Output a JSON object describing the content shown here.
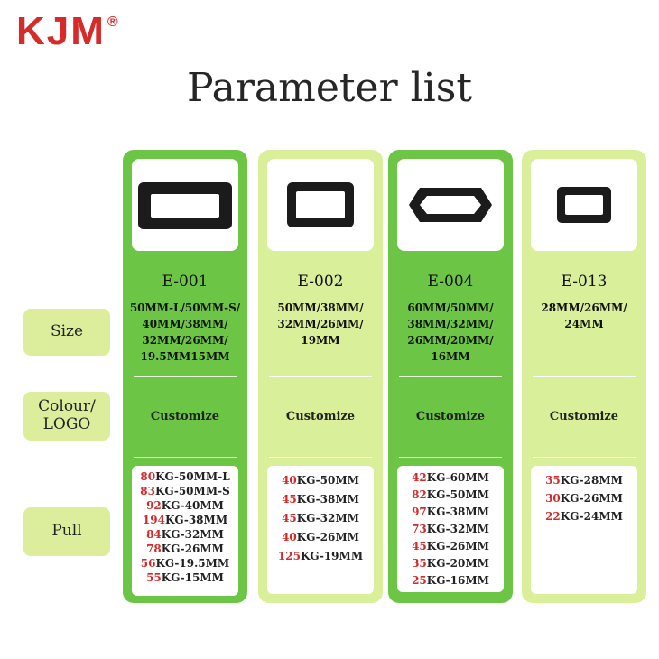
{
  "brand": {
    "name": "KJM",
    "registered": "®"
  },
  "title": "Parameter list",
  "row_labels": {
    "size": "Size",
    "colour": "Colour/\nLOGO",
    "pull": "Pull"
  },
  "products": [
    {
      "code": "E-001",
      "theme": "dark",
      "sizes": "50MM-L/50MM-S/\n40MM/38MM/\n32MM/26MM/\n19.5MM15MM",
      "colour": "Customize",
      "pull": [
        {
          "num": "80",
          "rest": "KG-50MM-L"
        },
        {
          "num": "83",
          "rest": "KG-50MM-S"
        },
        {
          "num": "92",
          "rest": "KG-40MM"
        },
        {
          "num": "194",
          "rest": "KG-38MM"
        },
        {
          "num": "84",
          "rest": "KG-32MM"
        },
        {
          "num": "78",
          "rest": "KG-26MM"
        },
        {
          "num": "56",
          "rest": "KG-19.5MM"
        },
        {
          "num": "55",
          "rest": "KG-15MM"
        }
      ]
    },
    {
      "code": "E-002",
      "theme": "light",
      "sizes": "50MM/38MM/\n32MM/26MM/\n19MM",
      "colour": "Customize",
      "pull": [
        {
          "num": "40",
          "rest": "KG-50MM"
        },
        {
          "num": "45",
          "rest": "KG-38MM"
        },
        {
          "num": "45",
          "rest": "KG-32MM"
        },
        {
          "num": "40",
          "rest": "KG-26MM"
        },
        {
          "num": "125",
          "rest": "KG-19MM"
        }
      ]
    },
    {
      "code": "E-004",
      "theme": "dark",
      "sizes": "60MM/50MM/\n38MM/32MM/\n26MM/20MM/\n16MM",
      "colour": "Customize",
      "pull": [
        {
          "num": "42",
          "rest": "KG-60MM"
        },
        {
          "num": "82",
          "rest": "KG-50MM"
        },
        {
          "num": "97",
          "rest": "KG-38MM"
        },
        {
          "num": "73",
          "rest": "KG-32MM"
        },
        {
          "num": "45",
          "rest": "KG-26MM"
        },
        {
          "num": "35",
          "rest": "KG-20MM"
        },
        {
          "num": "25",
          "rest": "KG-16MM"
        }
      ]
    },
    {
      "code": "E-013",
      "theme": "light",
      "sizes": "28MM/26MM/\n24MM",
      "colour": "Customize",
      "pull": [
        {
          "num": "35",
          "rest": "KG-28MM"
        },
        {
          "num": "30",
          "rest": "KG-26MM"
        },
        {
          "num": "22",
          "rest": "KG-24MM"
        }
      ]
    }
  ],
  "colors": {
    "brand": "#d62b2b",
    "dark_green": "#6dc545",
    "light_green": "#d9ef9a",
    "label_bg": "#dcee9c",
    "pull_number": "#d02a2a"
  }
}
